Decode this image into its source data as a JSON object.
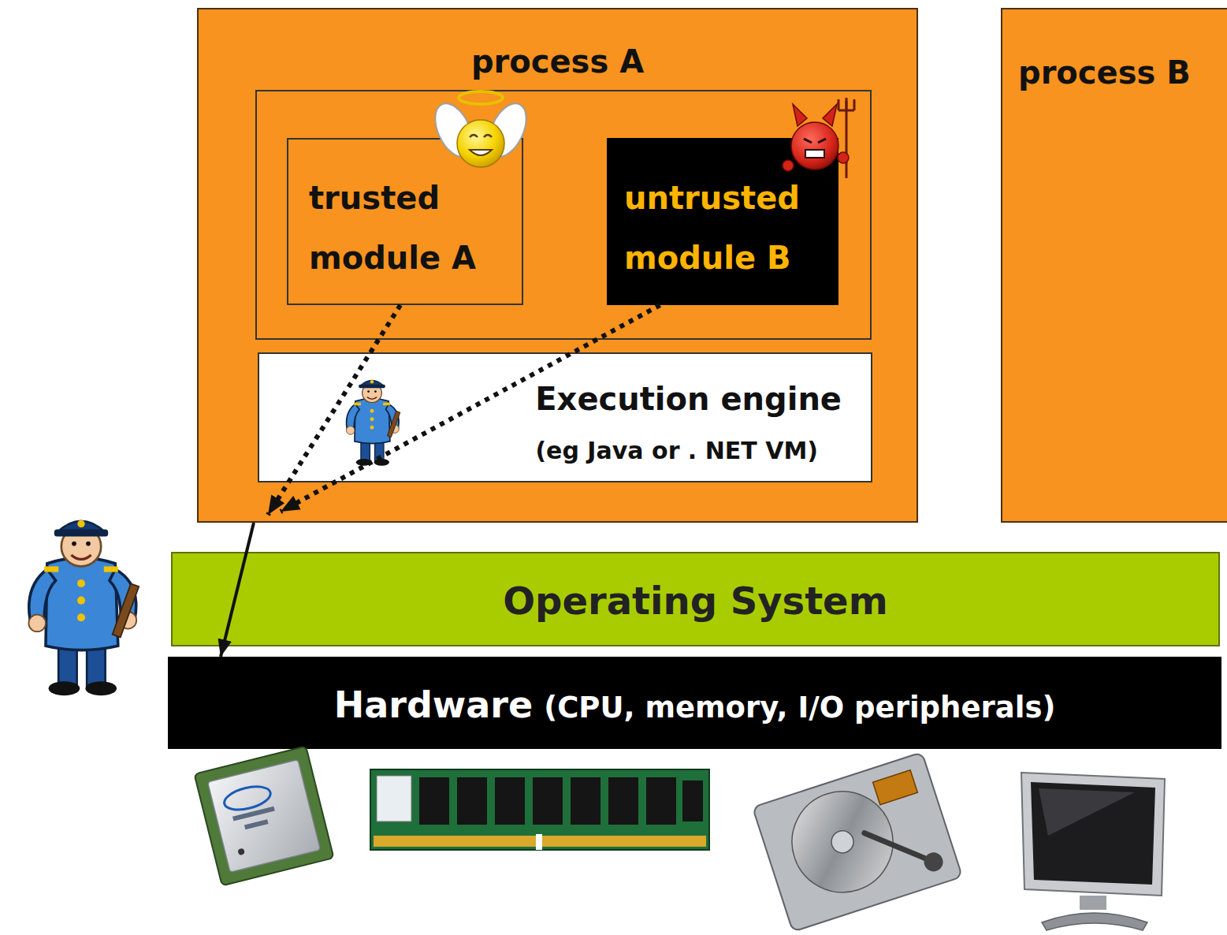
{
  "diagram": {
    "nodes": [
      {
        "text": [
          "process A"
        ]
      },
      {
        "text": [
          "trusted module A"
        ],
        "in": 0
      },
      {
        "text": [
          "untrusted module B"
        ],
        "in": 0
      },
      {
        "text": [
          "Execution engine",
          "(eg Java or . NET VM)"
        ],
        "in": 0
      },
      {
        "text": [
          "process B"
        ]
      },
      {
        "text": [
          "Operating System"
        ]
      },
      {
        "text": [
          "Hardware",
          "(CPU, memory, I/O peripherals)"
        ]
      }
    ],
    "edges": [
      {
        "from": 1,
        "to": 0,
        "arrow": "to"
      },
      {
        "from": 2,
        "to": 0,
        "arrow": "to"
      },
      {
        "from": 0,
        "to": 6,
        "arrow": "to"
      }
    ]
  }
}
